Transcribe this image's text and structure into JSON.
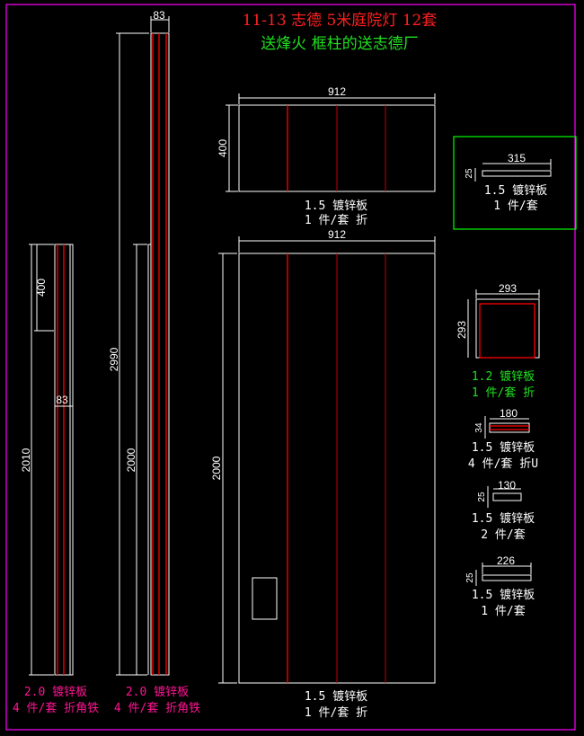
{
  "title": {
    "line1": "11-13 志德 5米庭院灯 12套",
    "line2": "送烽火 框柱的送志德厂"
  },
  "colors": {
    "border": "#ff00ff",
    "title": "#ff2020",
    "subtitle": "#20e020",
    "pink_label": "#ff1493",
    "fold_line": "#ff0000",
    "green_box": "#00ff00"
  },
  "posts": [
    {
      "dims": {
        "width": "83",
        "upper": "400",
        "total": "2010"
      },
      "label1": "2.0 镀锌板",
      "label2": "4 件/套 折角铁"
    },
    {
      "dims": {
        "width": "83",
        "lower": "2000",
        "total": "2990"
      },
      "label1": "2.0 镀锌板",
      "label2": "4 件/套 折角铁"
    }
  ],
  "top_panel": {
    "width": "912",
    "height": "400",
    "label1": "1.5 镀锌板",
    "label2": "1 件/套 折"
  },
  "main_panel": {
    "width": "912",
    "height": "2000",
    "label1": "1.5 镀锌板",
    "label2": "1 件/套 折"
  },
  "parts": [
    {
      "length": "315",
      "height": "25",
      "label1": "1.5 镀锌板",
      "label2": "1 件/套"
    },
    {
      "length": "293",
      "height": "293",
      "label1": "1.2 镀锌板",
      "label2": "1 件/套 折"
    },
    {
      "length": "180",
      "height": "34",
      "label1": "1.5 镀锌板",
      "label2": "4 件/套 折U"
    },
    {
      "length": "130",
      "height": "25",
      "label1": "1.5 镀锌板",
      "label2": "2 件/套"
    },
    {
      "length": "226",
      "height": "25",
      "label1": "1.5 镀锌板",
      "label2": "1 件/套"
    }
  ]
}
